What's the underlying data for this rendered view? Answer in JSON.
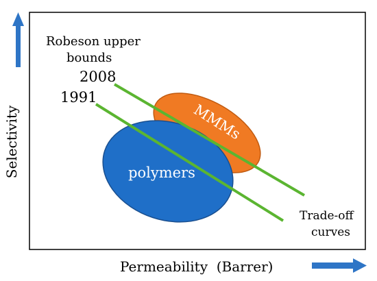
{
  "labels": {
    "upper_bounds": [
      "Robeson upper",
      "bounds"
    ],
    "year_2008": "2008",
    "year_1991": "1991",
    "mmms": "MMMs",
    "polymers": "polymers",
    "tradeoff": [
      "Trade-off",
      "curves"
    ],
    "xlabel": "Permeability  (Barrer)",
    "ylabel": "Selectivity"
  },
  "colors": {
    "arrow": "#2e75c6",
    "frame": "#000000",
    "bound_line": "#5bb531",
    "polymers_fill": "#1f6fc8",
    "polymers_stroke": "#1a4f8f",
    "mmms_fill": "#f07a23",
    "mmms_stroke": "#c05a10",
    "region_text": "#ffffff",
    "text": "#000000"
  }
}
